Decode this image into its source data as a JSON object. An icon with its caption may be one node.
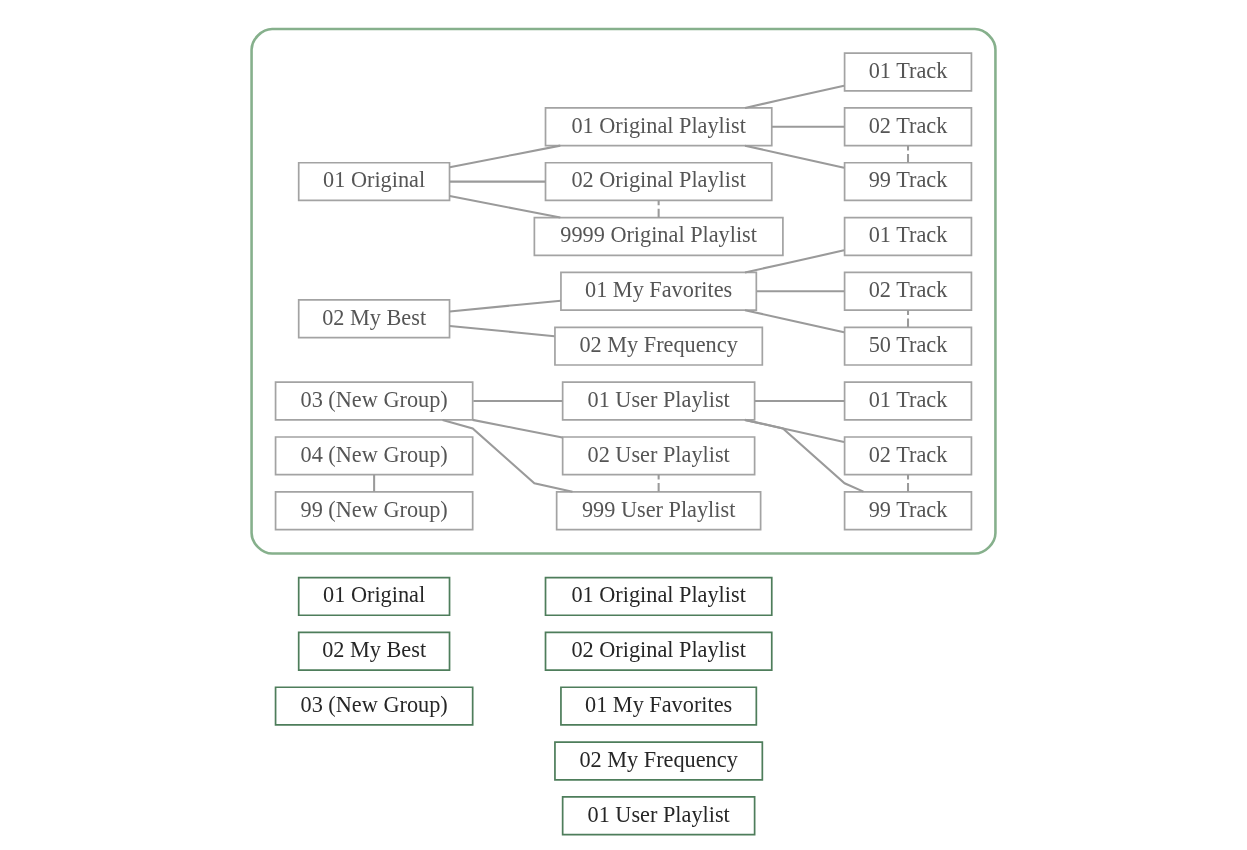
{
  "diagram": {
    "nodes": [
      {
        "text": [],
        "shape": "box"
      },
      {
        "text": [
          "01 Original"
        ],
        "in": 0
      },
      {
        "text": [
          "01 Original Playlist"
        ],
        "in": 0
      },
      {
        "text": [
          "01 Track"
        ],
        "in": 0
      },
      {
        "text": [
          "02 Original Playlist"
        ],
        "in": 0
      },
      {
        "text": [
          "02 Track"
        ],
        "in": 0
      },
      {
        "text": [
          "9999 Original Playlist"
        ],
        "in": 0
      },
      {
        "text": [
          "99 Track"
        ],
        "in": 0
      },
      {
        "text": [
          "02 My Best"
        ],
        "in": 0
      },
      {
        "text": [
          "01 My Favorites"
        ],
        "in": 0
      },
      {
        "text": [
          "01 Track"
        ],
        "in": 0
      },
      {
        "text": [
          "02 My Frequency"
        ],
        "in": 0
      },
      {
        "text": [
          "02 Track"
        ],
        "in": 0
      },
      {
        "text": [
          "50 Track"
        ],
        "in": 0
      },
      {
        "text": [
          "03 (New Group)"
        ],
        "in": 0
      },
      {
        "text": [
          "01 User Playlist"
        ],
        "in": 0
      },
      {
        "text": [
          "01 Track"
        ],
        "in": 0
      },
      {
        "text": [
          "02 User Playlist"
        ],
        "in": 0
      },
      {
        "text": [
          "02 Track"
        ],
        "in": 0
      },
      {
        "text": [
          "999 User Playlist"
        ],
        "in": 0
      },
      {
        "text": [
          "99 Track"
        ],
        "in": 0
      },
      {
        "text": [
          "04 (New Group)"
        ],
        "in": 0
      },
      {
        "text": [
          "99 (New Group)"
        ],
        "in": 0
      },
      {
        "text": [
          "01 Original"
        ]
      },
      {
        "text": [
          "02 My Best"
        ]
      },
      {
        "text": [
          "03 (New Group)"
        ]
      },
      {
        "text": [
          "01 Original Playlist"
        ]
      },
      {
        "text": [
          "02 Original Playlist"
        ]
      },
      {
        "text": [
          "01 My Favorites"
        ]
      },
      {
        "text": [
          "02 My Frequency"
        ]
      },
      {
        "text": [
          "01 User Playlist"
        ]
      }
    ],
    "edges": [
      {
        "from": 1,
        "to": 6,
        "arrow": "none"
      },
      {
        "from": 1,
        "to": 4,
        "arrow": "none"
      },
      {
        "from": 1,
        "to": 2,
        "arrow": "none"
      },
      {
        "from": 6,
        "to": 4,
        "arrow": "none",
        "style": "dashed"
      },
      {
        "from": 2,
        "to": 7,
        "arrow": "none"
      },
      {
        "from": 2,
        "to": 5,
        "arrow": "none"
      },
      {
        "from": 2,
        "to": 3,
        "arrow": "none"
      },
      {
        "from": 7,
        "to": 5,
        "arrow": "none",
        "style": "dashed"
      },
      {
        "from": 8,
        "to": 11,
        "arrow": "none"
      },
      {
        "from": 8,
        "to": 9,
        "arrow": "none"
      },
      {
        "from": 9,
        "to": 13,
        "arrow": "none"
      },
      {
        "from": 9,
        "to": 12,
        "arrow": "none"
      },
      {
        "from": 9,
        "to": 10,
        "arrow": "none"
      },
      {
        "from": 13,
        "to": 12,
        "arrow": "none",
        "style": "dashed"
      },
      {
        "from": 14,
        "to": 19,
        "arrow": "none"
      },
      {
        "from": 14,
        "to": 17,
        "arrow": "none"
      },
      {
        "from": 14,
        "to": 15,
        "arrow": "none"
      },
      {
        "from": 19,
        "to": 17,
        "arrow": "none",
        "style": "dashed"
      },
      {
        "from": 15,
        "to": 20,
        "arrow": "none"
      },
      {
        "from": 15,
        "to": 18,
        "arrow": "none"
      },
      {
        "from": 15,
        "to": 16,
        "arrow": "none"
      },
      {
        "from": 20,
        "to": 18,
        "arrow": "none",
        "style": "dashed"
      },
      {
        "from": 21,
        "to": 22,
        "arrow": "none"
      }
    ]
  }
}
